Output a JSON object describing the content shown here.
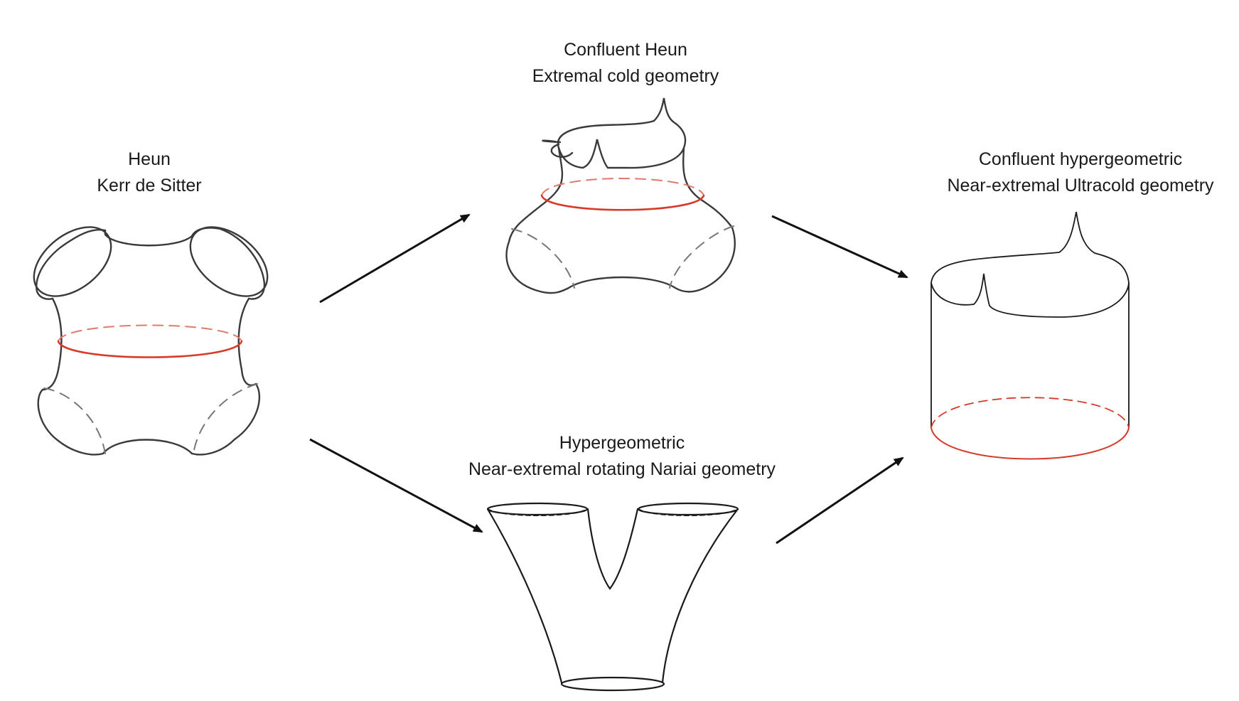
{
  "nodes": {
    "heun": {
      "line1": "Heun",
      "line2": "Kerr de Sitter"
    },
    "confluent_heun": {
      "line1": "Confluent Heun",
      "line2": "Extremal cold geometry"
    },
    "hypergeometric": {
      "line1": "Hypergeometric",
      "line2": "Near-extremal rotating Nariai geometry"
    },
    "confluent_hypergeometric": {
      "line1": "Confluent hypergeometric",
      "line2": "Near-extremal Ultracold geometry"
    }
  },
  "colors": {
    "outline": "#3a3a3a",
    "horizon": "#d83a2a",
    "arrow": "#111111",
    "hidden_edge": "#777777"
  }
}
